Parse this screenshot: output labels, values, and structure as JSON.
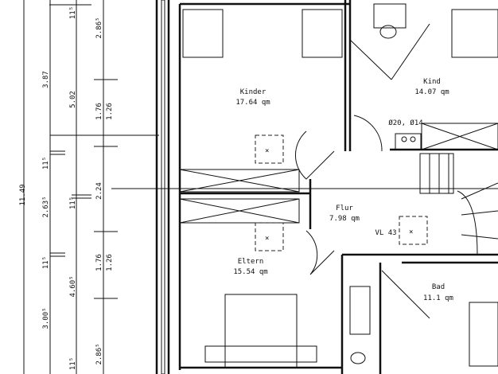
{
  "dimensions": {
    "total": "11.49",
    "a1": "3.87",
    "a2": "11⁵",
    "a3": "2.63⁵",
    "a4": "11⁵",
    "a5": "3.00⁵",
    "b1": "11⁵",
    "b2": "5.02",
    "b3": "11⁵",
    "b4": "4.60⁵",
    "b5": "11⁵",
    "c1": "2.86⁵",
    "c2": "1.76",
    "c3": "1.26",
    "c4": "2.24",
    "c5": "1.76",
    "c6": "1.26",
    "c7": "2.86⁵"
  },
  "rooms": [
    {
      "name": "Kinder",
      "area": "17.64 qm"
    },
    {
      "name": "Kind",
      "area": "14.07 qm"
    },
    {
      "name": "Flur",
      "area": "7.98 qm"
    },
    {
      "name": "Eltern",
      "area": "15.54 qm"
    },
    {
      "name": "Bad",
      "area": "11.1 qm"
    }
  ],
  "labels": {
    "chimney": "Ø20, Ø14",
    "skylight": "VL 43"
  }
}
